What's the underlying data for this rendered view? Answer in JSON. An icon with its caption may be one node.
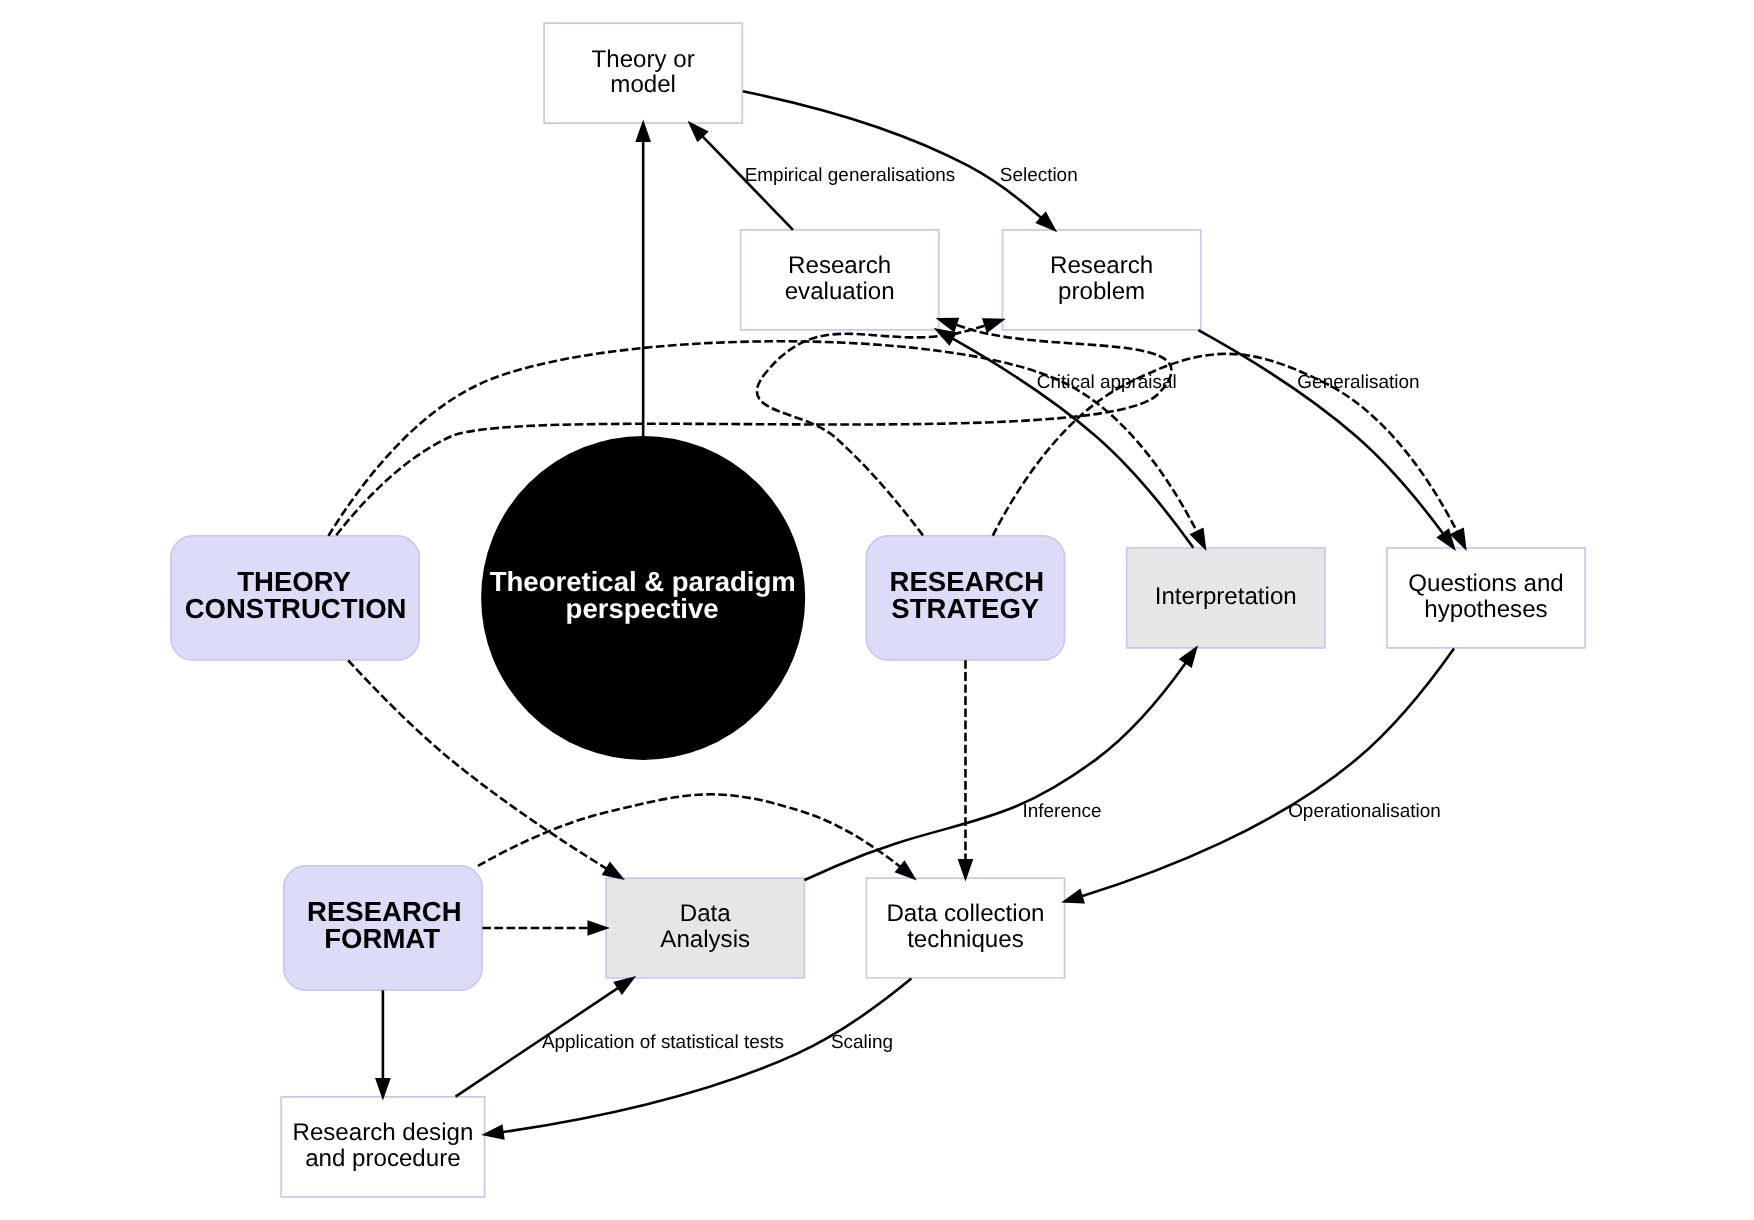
{
  "diagram": {
    "nodes": [
      {
        "text": [
          "Theory or model"
        ]
      },
      {
        "text": [
          "Research problem"
        ]
      },
      {
        "text": [
          "Questions and hypotheses"
        ]
      },
      {
        "text": [
          "Data collection techniques"
        ]
      },
      {
        "text": [
          "Research design and procedure"
        ]
      },
      {
        "text": [
          "Data Analysis"
        ]
      },
      {
        "text": [
          "Interpretation"
        ]
      },
      {
        "text": [
          "Research evaluation"
        ]
      },
      {
        "text": [
          "RESEARCH STRATEGY"
        ]
      },
      {
        "text": [
          "Theoretical & paradigm perspective"
        ]
      },
      {
        "text": [
          "THEORY CONSTRUCTION"
        ]
      },
      {
        "text": [
          "RESEARCH FORMAT"
        ]
      }
    ],
    "edges": [
      {
        "from": 0,
        "to": 1,
        "arrow": "to",
        "label": "Selection"
      },
      {
        "from": 1,
        "to": 2,
        "arrow": "to",
        "label": "Generalisation"
      },
      {
        "from": 2,
        "to": 3,
        "arrow": "to",
        "label": "Operationalisation"
      },
      {
        "from": 3,
        "to": 4,
        "arrow": "to",
        "label": "Scaling"
      },
      {
        "from": 4,
        "to": 5,
        "arrow": "to",
        "label": "Application of statistical tests"
      },
      {
        "from": 5,
        "to": 6,
        "arrow": "to",
        "label": "Inference"
      },
      {
        "from": 6,
        "to": 7,
        "arrow": "to",
        "label": "Critical appraisal"
      },
      {
        "from": 7,
        "to": 0,
        "arrow": "to",
        "label": "Empirical generalisations"
      },
      {
        "from": 9,
        "to": 0,
        "arrow": "to"
      },
      {
        "from": 8,
        "to": 1,
        "arrow": "to",
        "style": "dashed"
      },
      {
        "from": 8,
        "to": 2,
        "arrow": "to",
        "style": "dashed"
      },
      {
        "from": 8,
        "to": 3,
        "arrow": "to",
        "style": "dashed"
      },
      {
        "from": 10,
        "to": 7,
        "arrow": "to",
        "style": "dashed"
      },
      {
        "from": 10,
        "to": 6,
        "arrow": "to",
        "style": "dashed"
      },
      {
        "from": 10,
        "to": 5,
        "arrow": "to",
        "style": "dashed"
      },
      {
        "from": 11,
        "to": 3,
        "arrow": "to",
        "style": "dashed"
      },
      {
        "from": 11,
        "to": 5,
        "arrow": "to",
        "style": "dashed"
      },
      {
        "from": 11,
        "to": 4,
        "arrow": "to"
      }
    ]
  }
}
